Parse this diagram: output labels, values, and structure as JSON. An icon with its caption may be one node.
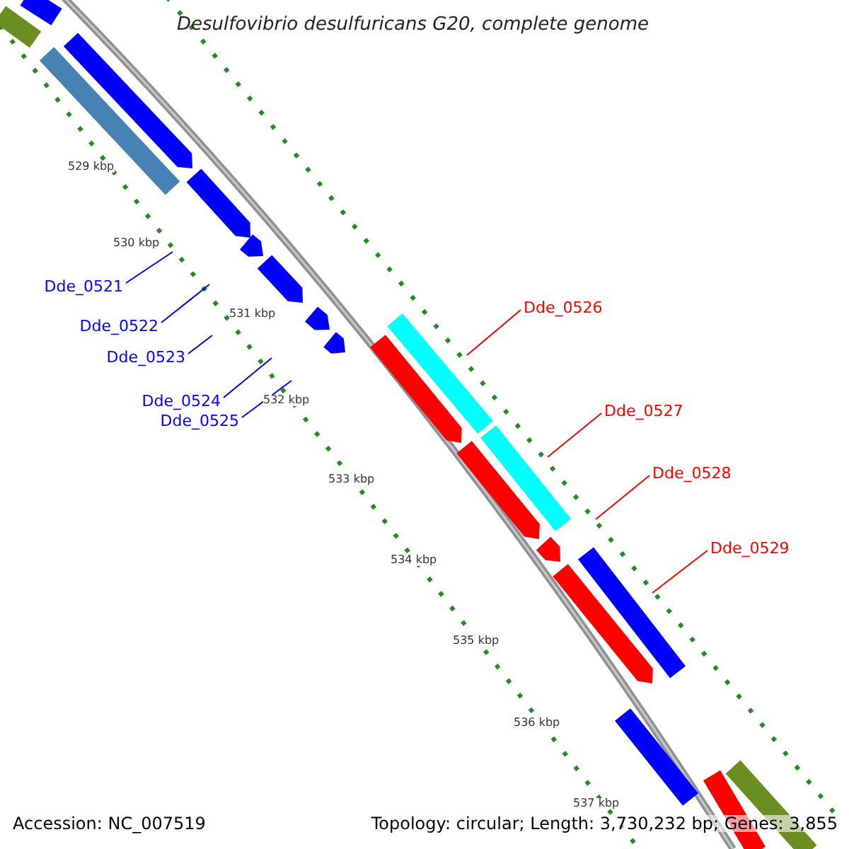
{
  "diagram": {
    "title": "Desulfovibrio desulfuricans G20, complete genome",
    "nodes": [
      {
        "text": [
          "Dde_0521"
        ]
      },
      {
        "text": [
          "Dde_0522"
        ]
      },
      {
        "text": [
          "Dde_0523"
        ]
      },
      {
        "text": [
          "Dde_0524"
        ]
      },
      {
        "text": [
          "Dde_0525"
        ]
      },
      {
        "text": [
          "Dde_0526"
        ]
      },
      {
        "text": [
          "Dde_0527"
        ]
      },
      {
        "text": [
          "Dde_0528"
        ]
      },
      {
        "text": [
          "Dde_0529"
        ]
      }
    ],
    "edges": [
      {
        "from": 0,
        "to": null,
        "arrow": "none"
      },
      {
        "from": 1,
        "to": null,
        "arrow": "none"
      },
      {
        "from": 2,
        "to": null,
        "arrow": "none"
      },
      {
        "from": 3,
        "to": null,
        "arrow": "none"
      },
      {
        "from": 4,
        "to": null,
        "arrow": "none"
      },
      {
        "from": 5,
        "to": null,
        "arrow": "none",
        "color": "#ff0000"
      },
      {
        "from": 6,
        "to": null,
        "arrow": "none",
        "color": "#ff0000"
      },
      {
        "from": 7,
        "to": null,
        "arrow": "none",
        "color": "#ff0000"
      },
      {
        "from": 8,
        "to": null,
        "arrow": "none",
        "color": "#ff0000"
      }
    ],
    "labels": [
      "529 kbp",
      "530 kbp",
      "531 kbp",
      "532 kbp",
      "533 kbp",
      "534 kbp",
      "535 kbp",
      "536 kbp",
      "537 kbp",
      "Accession: NC_007519",
      "Topology: circular; Length: 3,730,232 bp; Genes: 3,855"
    ]
  }
}
